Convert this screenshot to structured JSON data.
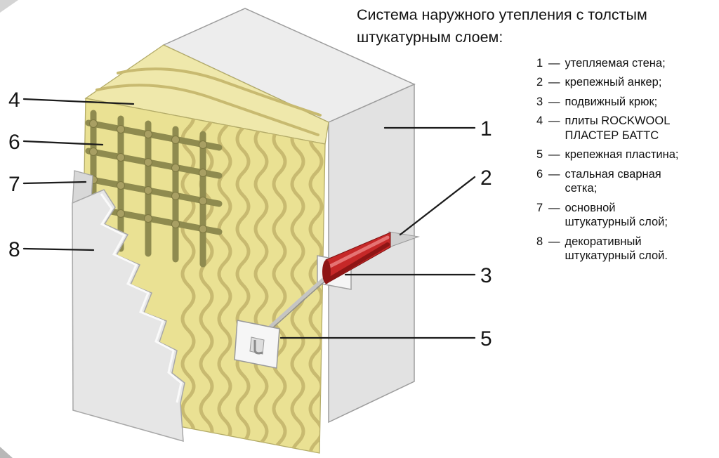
{
  "title": "Система наружного утепления с толстым штукатурным слоем:",
  "legend": {
    "dash": "—",
    "items": [
      {
        "num": "1",
        "text": "утепляемая стена;"
      },
      {
        "num": "2",
        "text": "крепежный анкер;"
      },
      {
        "num": "3",
        "text": "подвижный крюк;"
      },
      {
        "num": "4",
        "text": "плиты ROCKWOOL\nПЛАСТЕР БАТТС"
      },
      {
        "num": "5",
        "text": "крепежная пластина;"
      },
      {
        "num": "6",
        "text": "стальная сварная\nсетка;"
      },
      {
        "num": "7",
        "text": "основной\nштукатурный слой;"
      },
      {
        "num": "8",
        "text": "декоративный\nштукатурный слой."
      }
    ]
  },
  "callouts": {
    "n1": "1",
    "n2": "2",
    "n3": "3",
    "n4": "4",
    "n5": "5",
    "n6": "6",
    "n7": "7",
    "n8": "8"
  },
  "colors": {
    "wall_top": "#ededed",
    "wall_side": "#e2e2e2",
    "outline": "#9d9d9d",
    "insulation": "#eae193",
    "insulation_top": "#efe8ab",
    "fiber": "#c8ba70",
    "mesh": "#8f8b4f",
    "mesh_dot": "#a89f63",
    "plaster_base": "#d8d8d8",
    "plaster_deco": "#e6e6e6",
    "anchor_red": "#c62828",
    "anchor_dark": "#8e1515",
    "anchor_light": "#e57373",
    "metal": "#cfcfcf",
    "leader": "#1c1c1c"
  }
}
